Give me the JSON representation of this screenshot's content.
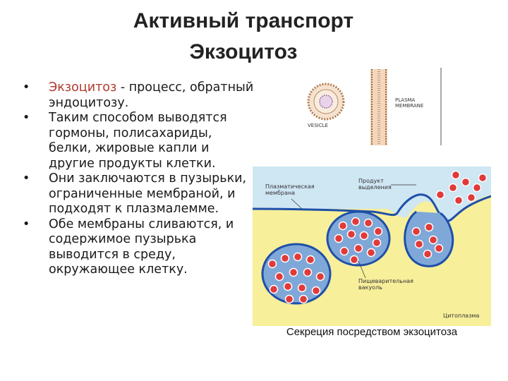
{
  "title": {
    "line1": "Активный транспорт",
    "line2": "Экзоцитоз"
  },
  "bullets": [
    {
      "term": "Экзоцитоз",
      "text": " - процесс, обратный эндоцитозу."
    },
    {
      "term": "",
      "text": "Таким способом выводятся гормоны, полисахариды, белки, жировые капли и другие продукты клетки."
    },
    {
      "term": "",
      "text": "Они заключаются в пузырьки, ограниченные мембраной, и подходят к плазмалемме."
    },
    {
      "term": "",
      "text": "Обе мембраны сливаются, и содержимое пузырька выводится в среду, окружающее клетку."
    }
  ],
  "bullet_symbol": "•",
  "top_figure": {
    "plasma_label": "PLASMA MEMBRANE",
    "vesicle_label": "VESICLE"
  },
  "main_figure": {
    "label_membrane": "Плазматическая мембрана",
    "label_product": "Продукт выделения",
    "label_vesicle": "Пищеварительная вакуоль",
    "label_cytoplasm": "Цитоплазма",
    "colors": {
      "outside": "#cfe6f3",
      "cytoplasm": "#f7ef9a",
      "membrane": "#1f4fa8",
      "vesicle": "#7fa8d8",
      "granule": "#e03a3a"
    }
  },
  "caption": "Секреция посредством экзоцитоза"
}
